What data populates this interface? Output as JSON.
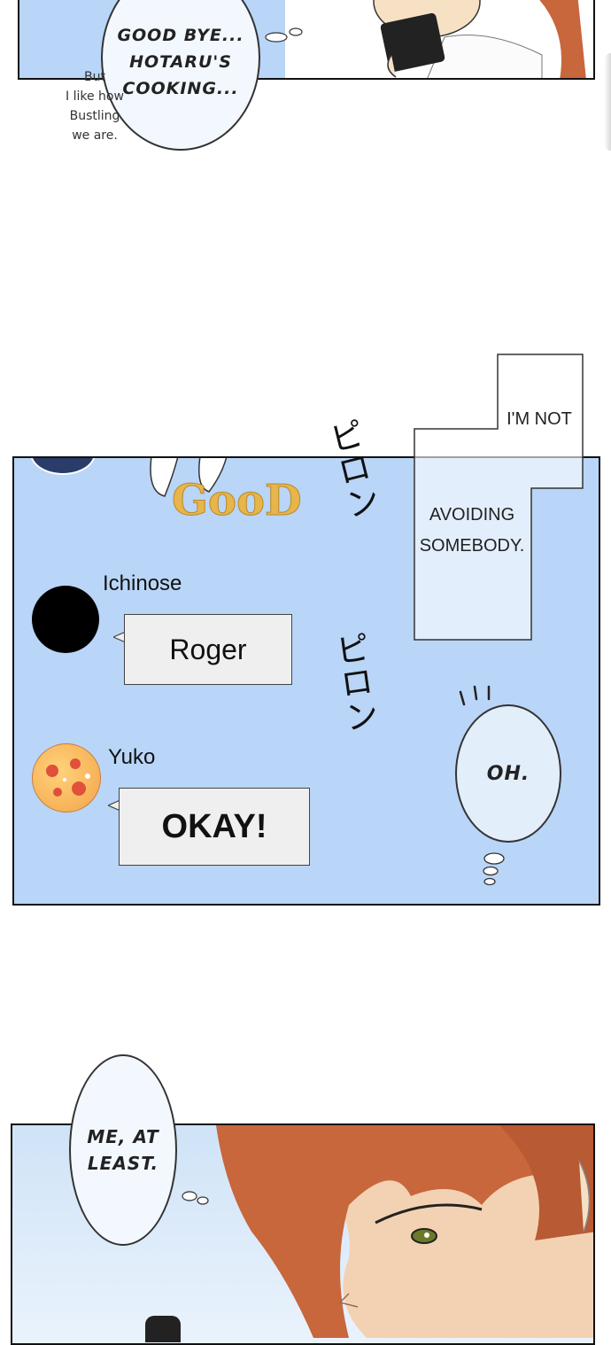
{
  "panel1": {
    "bubble_text_line1": "GOOD BYE...",
    "bubble_text_line2": "HOTARU'S",
    "bubble_text_line3": "COOKING...",
    "aside_line1": "But",
    "aside_line2": "I like how",
    "aside_line3": "Bustling",
    "aside_line4": "we are."
  },
  "narration": {
    "line1": "I'M NOT",
    "line2": "AVOIDING",
    "line3": "SOMEBODY."
  },
  "sfx": {
    "text": "ピロン"
  },
  "chat": {
    "sticker_text": "GooD",
    "messages": [
      {
        "name": "Ichinose",
        "text": "Roger"
      },
      {
        "name": "Yuko",
        "text": "OKAY!"
      }
    ]
  },
  "thought": {
    "text": "OH."
  },
  "panel3": {
    "bubble_line1": "ME, AT",
    "bubble_line2": "LEAST."
  },
  "colors": {
    "panel_blue": "#b9d5f7",
    "hair": "#c8663c",
    "sticker_gold": "#e8b54a"
  }
}
